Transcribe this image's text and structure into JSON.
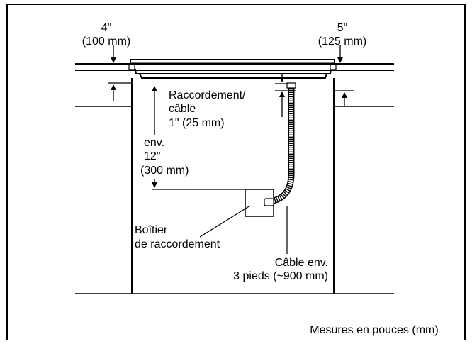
{
  "labels": {
    "left_clearance_in": "4\"",
    "left_clearance_mm": "(100 mm)",
    "right_clearance_in": "5\"",
    "right_clearance_mm": "(125 mm)",
    "connection_line1": "Raccordement/",
    "connection_line2": "câble",
    "connection_line3": "1\" (25 mm)",
    "approx_line1": "env.",
    "approx_line2": "12\"",
    "approx_line3": "(300 mm)",
    "junction_box_line1": "Boîtier",
    "junction_box_line2": "de raccordement",
    "cable_line1": "Câble env.",
    "cable_line2": "3 pieds (~900 mm)",
    "units_note": "Mesures en pouces (mm)"
  }
}
